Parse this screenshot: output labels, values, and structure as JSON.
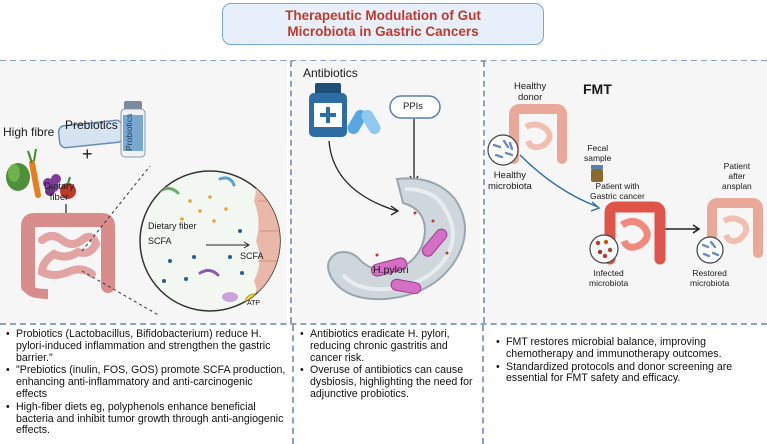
{
  "title": {
    "line1": "Therapeutic Modulation of Gut",
    "line2": "Microbiota in Gastric Cancers"
  },
  "left_panel": {
    "high_fibre_diet": "High fibre diet",
    "prebiotics_label": "Prebiotics",
    "plus": "+",
    "probiotics_bottle": "Probiotics",
    "dietary_fiber": "Dietary\nfiber",
    "zoom_dietary_fiber": "Dietary fiber",
    "zoom_scfa": "SCFA",
    "zoom_scfa2": "SCFA",
    "atp": "ATP"
  },
  "middle_panel": {
    "antibiotics": "Antibiotics",
    "ppis": "PPIs",
    "h_pylori": "H.pylori"
  },
  "right_panel": {
    "fmt": "FMT",
    "healthy_donor": "Healthy\ndonor",
    "fecal_sample": "Fecal\nsample",
    "healthy_microbiota": "Healthy\nmicrobiota",
    "patient_gastric_cancer": "Patient with\nGastric cancer",
    "patient_after_transplant": "Patient\nafter\nansplan",
    "infected_microbiota": "Infected\nmicrobiota",
    "restored_microbiota": "Restored\nmicrobiota"
  },
  "bullets_left": [
    "Probiotics (Lactobacillus, Bifidobacterium) reduce H. pylori-induced inflammation and strengthen the gastric barrier.\"",
    "\"Prebiotics (inulin, FOS, GOS) promote SCFA production, enhancing anti-inflammatory and anti-carcinogenic effects",
    "High-fiber diets  eg, polyphenols enhance beneficial bacteria and inhibit tumor growth through anti-angiogenic effects."
  ],
  "bullets_middle": [
    "Antibiotics eradicate H. pylori, reducing chronic gastritis and cancer risk.",
    "Overuse of antibiotics can cause dysbiosis, highlighting the need for adjunctive probiotics."
  ],
  "bullets_right": [
    "FMT restores microbial balance, improving chemotherapy and immunotherapy outcomes.",
    "Standardized protocols and donor screening are essential for FMT safety and efficacy."
  ]
}
